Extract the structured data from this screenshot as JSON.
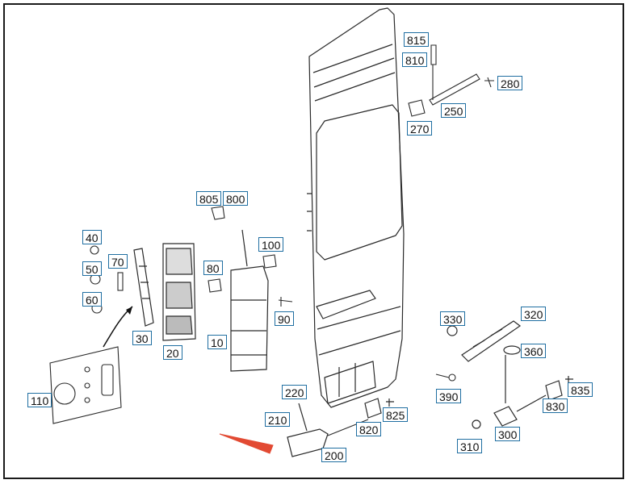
{
  "diagram": {
    "callouts": [
      {
        "id": "c815",
        "text": "815"
      },
      {
        "id": "c810",
        "text": "810"
      },
      {
        "id": "c280",
        "text": "280"
      },
      {
        "id": "c250",
        "text": "250"
      },
      {
        "id": "c270",
        "text": "270"
      },
      {
        "id": "c805",
        "text": "805"
      },
      {
        "id": "c800",
        "text": "800"
      },
      {
        "id": "c100",
        "text": "100"
      },
      {
        "id": "c40",
        "text": "40"
      },
      {
        "id": "c50",
        "text": "50"
      },
      {
        "id": "c70",
        "text": "70"
      },
      {
        "id": "c80",
        "text": "80"
      },
      {
        "id": "c60",
        "text": "60"
      },
      {
        "id": "c90",
        "text": "90"
      },
      {
        "id": "c30",
        "text": "30"
      },
      {
        "id": "c20",
        "text": "20"
      },
      {
        "id": "c10",
        "text": "10"
      },
      {
        "id": "c330",
        "text": "330"
      },
      {
        "id": "c320",
        "text": "320"
      },
      {
        "id": "c360",
        "text": "360"
      },
      {
        "id": "c110",
        "text": "110"
      },
      {
        "id": "c220",
        "text": "220"
      },
      {
        "id": "c825",
        "text": "825"
      },
      {
        "id": "c210",
        "text": "210"
      },
      {
        "id": "c820",
        "text": "820"
      },
      {
        "id": "c390",
        "text": "390"
      },
      {
        "id": "c835",
        "text": "835"
      },
      {
        "id": "c830",
        "text": "830"
      },
      {
        "id": "c300",
        "text": "300"
      },
      {
        "id": "c310",
        "text": "310"
      },
      {
        "id": "c200",
        "text": "200"
      }
    ],
    "colors": {
      "callout_border": "#1f6ea1",
      "arrow": "#e24a33",
      "line": "#2a2a2a"
    }
  }
}
